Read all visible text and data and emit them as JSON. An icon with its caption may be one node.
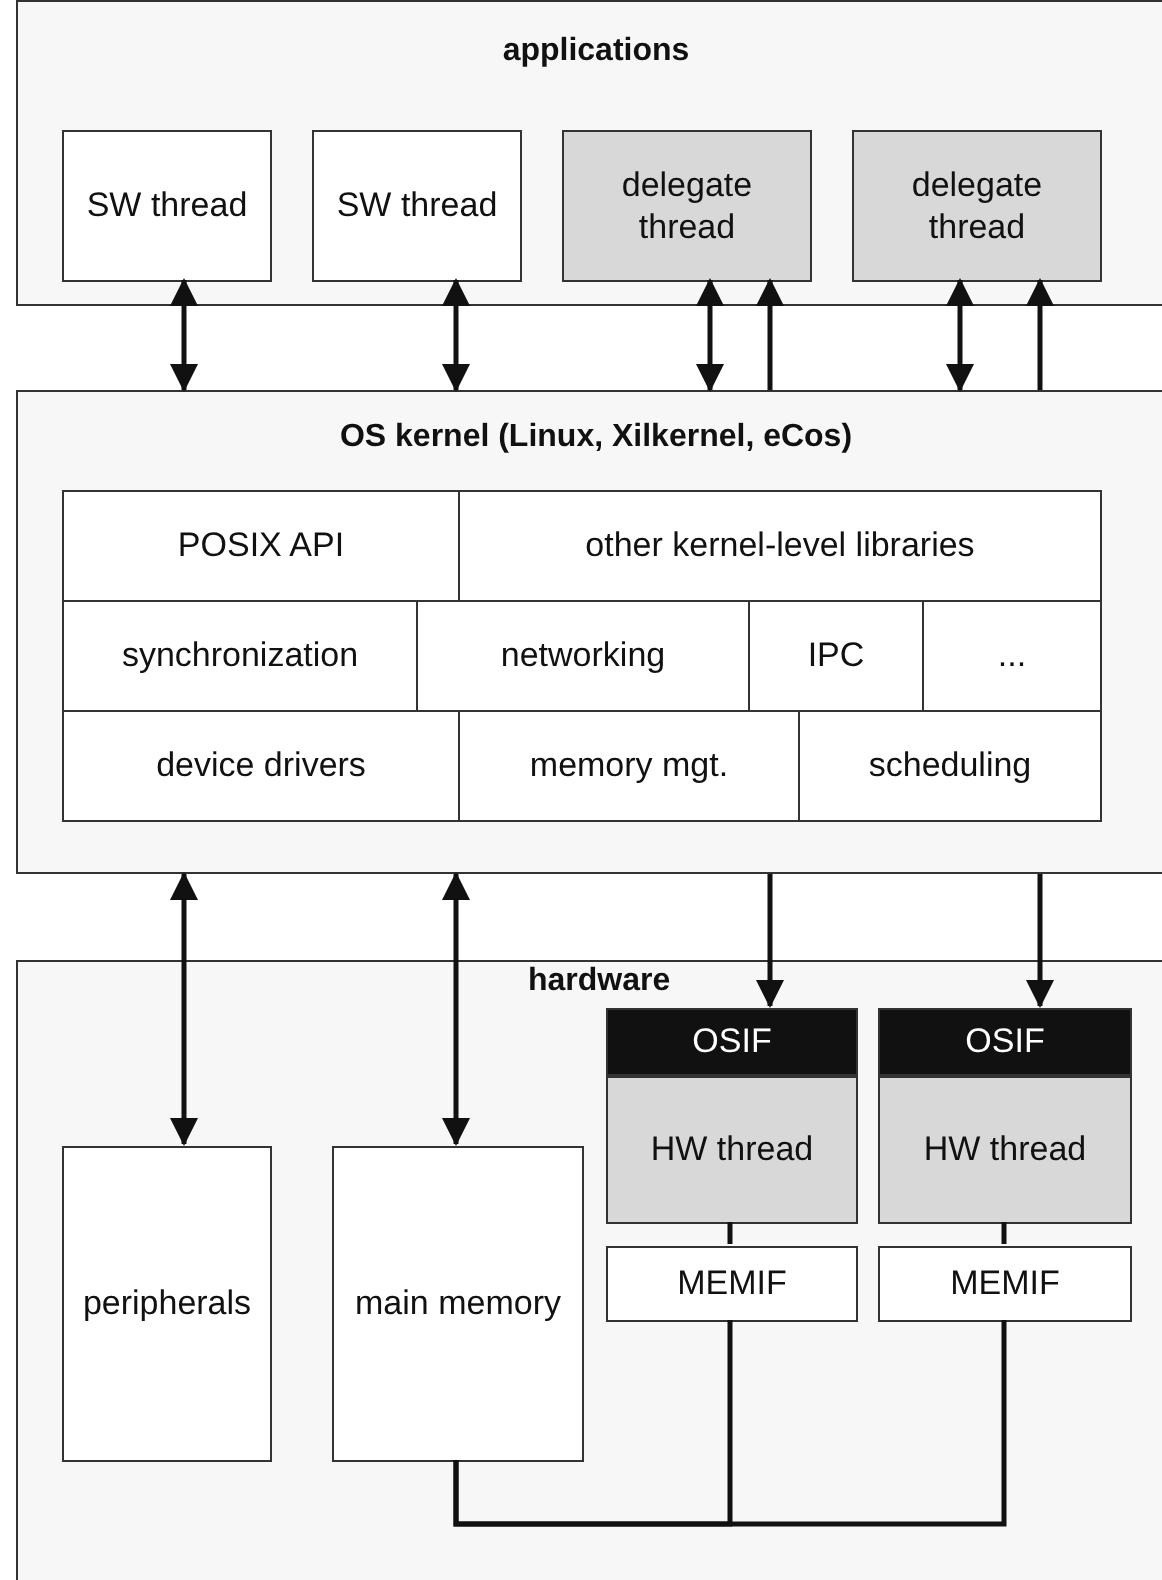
{
  "diagram": {
    "nodes": [
      {
        "text": [
          "applications"
        ]
      },
      {
        "text": [
          "SW thread"
        ],
        "in": 0
      },
      {
        "text": [
          "SW thread"
        ],
        "in": 0
      },
      {
        "text": [
          "delegate thread"
        ],
        "in": 0
      },
      {
        "text": [
          "delegate thread"
        ],
        "in": 0
      },
      {
        "text": [
          "OS kernel (Linux,  Xilkernel, eCos)"
        ]
      },
      {
        "text": [
          "POSIX API"
        ],
        "in": 5
      },
      {
        "text": [
          "other kernel-level libraries"
        ],
        "in": 5
      },
      {
        "text": [
          "synchronization"
        ],
        "in": 5
      },
      {
        "text": [
          "networking"
        ],
        "in": 5
      },
      {
        "text": [
          "IPC"
        ],
        "in": 5
      },
      {
        "text": [
          "..."
        ],
        "in": 5
      },
      {
        "text": [
          "device drivers"
        ],
        "in": 5
      },
      {
        "text": [
          "memory mgt."
        ],
        "in": 5
      },
      {
        "text": [
          "scheduling"
        ],
        "in": 5
      },
      {
        "text": [
          "hardware"
        ]
      },
      {
        "text": [
          "OSIF"
        ],
        "in": 15
      },
      {
        "text": [
          "OSIF"
        ],
        "in": 15
      },
      {
        "text": [
          "peripherals"
        ],
        "in": 15
      },
      {
        "text": [
          "main memory"
        ],
        "in": 15
      },
      {
        "text": [
          "HW thread"
        ],
        "in": 15
      },
      {
        "text": [
          "HW thread"
        ],
        "in": 15
      },
      {
        "text": [
          "MEMIF"
        ],
        "in": 15
      },
      {
        "text": [
          "MEMIF"
        ],
        "in": 15
      }
    ],
    "edges": [
      {
        "from": 1,
        "to": 5,
        "arrow": "both"
      },
      {
        "from": 2,
        "to": 5,
        "arrow": "both"
      },
      {
        "from": 3,
        "to": 5,
        "arrow": "both"
      },
      {
        "from": 5,
        "to": 3,
        "arrow": "to"
      },
      {
        "from": 4,
        "to": 5,
        "arrow": "both"
      },
      {
        "from": 5,
        "to": 4,
        "arrow": "to"
      },
      {
        "from": 18,
        "to": 5,
        "arrow": "both"
      },
      {
        "from": 19,
        "to": 5,
        "arrow": "both"
      },
      {
        "from": 5,
        "to": 16,
        "arrow": "to"
      },
      {
        "from": 5,
        "to": 17,
        "arrow": "to"
      },
      {
        "from": 20,
        "to": 22,
        "arrow": "none"
      },
      {
        "from": 21,
        "to": 23,
        "arrow": "none"
      },
      {
        "from": 19,
        "to": 22,
        "arrow": "none"
      },
      {
        "from": 19,
        "to": 23,
        "arrow": "none"
      }
    ]
  }
}
